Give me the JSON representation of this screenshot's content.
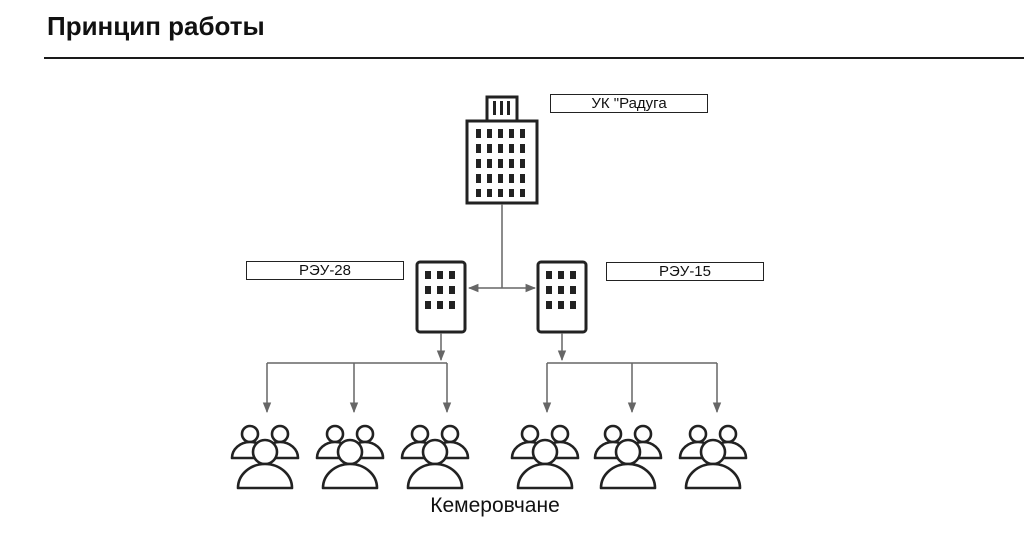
{
  "page": {
    "title": "Принцип работы"
  },
  "diagram": {
    "root_label": "УК \"Радуга",
    "left_office_label": "РЭУ-28",
    "right_office_label": "РЭУ-15",
    "residents_caption": "Кемеровчане",
    "colors": {
      "stroke": "#222222",
      "connector": "#666666"
    }
  },
  "icons": {
    "headquarters": "office-tower-icon",
    "branch": "office-building-icon",
    "people": "user-group-icon"
  }
}
